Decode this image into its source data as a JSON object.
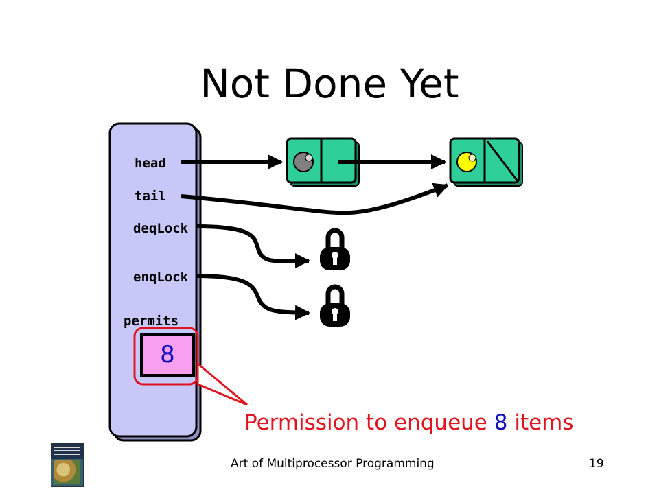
{
  "title": "Not Done Yet",
  "fields": {
    "head": "head",
    "tail": "tail",
    "deqLock": "deqLock",
    "enqLock": "enqLock",
    "permits": "permits"
  },
  "permits_value": "8",
  "caption": {
    "before": "Permission to enqueue",
    "number": "8",
    "after": "items"
  },
  "footer": {
    "course": "Art of Multiprocessor Programming",
    "page": "19"
  },
  "icons": {
    "book_cover": "book-cover-icon",
    "lock": "padlock-icon"
  },
  "colors": {
    "object_fill": "#c8c8f8",
    "node_fill": "#2fcf9a",
    "highlight": "#e0141e",
    "value_box": "#f7a0f0",
    "value_text": "#1010c0",
    "sentinel_dot": "#808080",
    "tail_dot": "#ffff00"
  }
}
